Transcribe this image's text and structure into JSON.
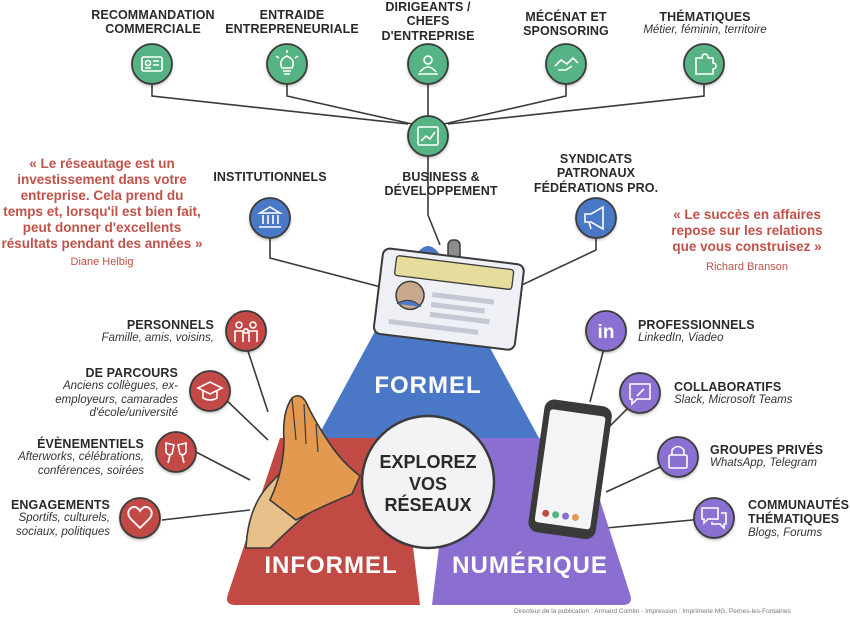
{
  "colors": {
    "formel": "#4a78c6",
    "informel": "#c24a45",
    "numerique": "#8a6fd0",
    "green": "#56b383",
    "accent_text": "#c0524a"
  },
  "top_nodes": [
    {
      "title": "RECOMMANDATION COMMERCIALE",
      "subtitle": "",
      "icon": "id-card-icon"
    },
    {
      "title": "ENTRAIDE ENTREPRENEURIALE",
      "subtitle": "",
      "icon": "lightbulb-icon"
    },
    {
      "title": "DIRIGEANTS / CHEFS D'ENTREPRISE",
      "subtitle": "",
      "icon": "leader-icon"
    },
    {
      "title": "MÉCÉNAT ET SPONSORING",
      "subtitle": "",
      "icon": "handshake-icon"
    },
    {
      "title": "THÉMATIQUES",
      "subtitle": "Métier, féminin, territoire",
      "icon": "puzzle-icon"
    }
  ],
  "business_node": {
    "title": "BUSINESS & DÉVELOPPEMENT",
    "icon": "chart-icon"
  },
  "formel_nodes": [
    {
      "title": "INSTITUTIONNELS",
      "icon": "bank-icon"
    },
    {
      "title": "SYNDICATS PATRONAUX FÉDÉRATIONS PRO.",
      "icon": "megaphone-icon"
    }
  ],
  "informel_nodes": [
    {
      "title": "PERSONNELS",
      "subtitle": "Famille, amis, voisins,",
      "icon": "family-icon"
    },
    {
      "title": "DE PARCOURS",
      "subtitle": "Anciens collègues, ex-employeurs, camarades d'école/université",
      "icon": "graduation-cap-icon"
    },
    {
      "title": "ÉVÈNEMENTIELS",
      "subtitle": "Afterworks, célébrations, conférences, soirées",
      "icon": "toast-icon"
    },
    {
      "title": "ENGAGEMENTS",
      "subtitle": "Sportifs, culturels, sociaux, politiques",
      "icon": "heart-icon"
    }
  ],
  "numerique_nodes": [
    {
      "title": "PROFESSIONNELS",
      "subtitle": "LinkedIn, Viadeo",
      "icon": "linkedin-icon"
    },
    {
      "title": "COLLABORATIFS",
      "subtitle": "Slack, Microsoft Teams",
      "icon": "chat-edit-icon"
    },
    {
      "title": "GROUPES PRIVÉS",
      "subtitle": "WhatsApp, Telegram",
      "icon": "lock-icon"
    },
    {
      "title": "COMMUNAUTÉS THÉMATIQUES",
      "subtitle": "Blogs, Forums",
      "icon": "chat-bubbles-icon"
    }
  ],
  "quotes": [
    {
      "text": "« Le réseautage est un investissement dans votre entreprise. Cela prend du temps et, lorsqu'il est bien fait, peut donner d'excellents résultats pendant des années »",
      "author": "Diane Helbig"
    },
    {
      "text": "« Le succès en affaires repose sur les relations que vous construisez »",
      "author": "Richard Branson"
    }
  ],
  "sections": {
    "formel": "FORMEL",
    "informel": "INFORMEL",
    "numerique": "NUMÉRIQUE"
  },
  "center": {
    "text": "EXPLOREZ VOS RÉSEAUX"
  },
  "credit": "Directeur de la publication : Armand Comtin - Impression : Imprimerie MG, Pernes-les-Fontaines"
}
